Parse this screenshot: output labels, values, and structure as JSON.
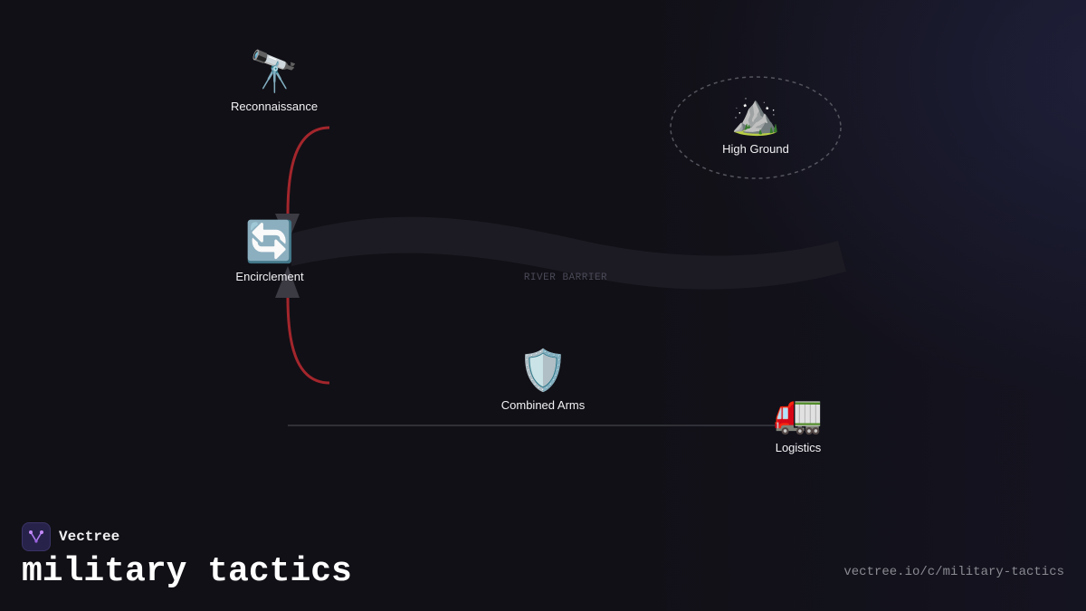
{
  "nodes": {
    "reconnaissance": {
      "label": "Reconnaissance",
      "icon": "telescope-icon",
      "glyph": "🔭"
    },
    "high_ground": {
      "label": "High Ground",
      "icon": "mountain-icon",
      "glyph": "⛰️"
    },
    "encirclement": {
      "label": "Encirclement",
      "icon": "cycle-arrows-icon",
      "glyph": "🔄"
    },
    "combined_arms": {
      "label": "Combined Arms",
      "icon": "shield-icon",
      "glyph": "🛡️"
    },
    "logistics": {
      "label": "Logistics",
      "icon": "truck-icon",
      "glyph": "🚛"
    }
  },
  "river_label": "RIVER BARRIER",
  "brand": {
    "name": "Vectree"
  },
  "title": "military tactics",
  "url": "vectree.io/c/military-tactics",
  "colors": {
    "background": "#111016",
    "pincer": "#a3262c",
    "river": "#1c1b23",
    "connector": "#3a3a42",
    "dashed_ring": "#55555e"
  }
}
